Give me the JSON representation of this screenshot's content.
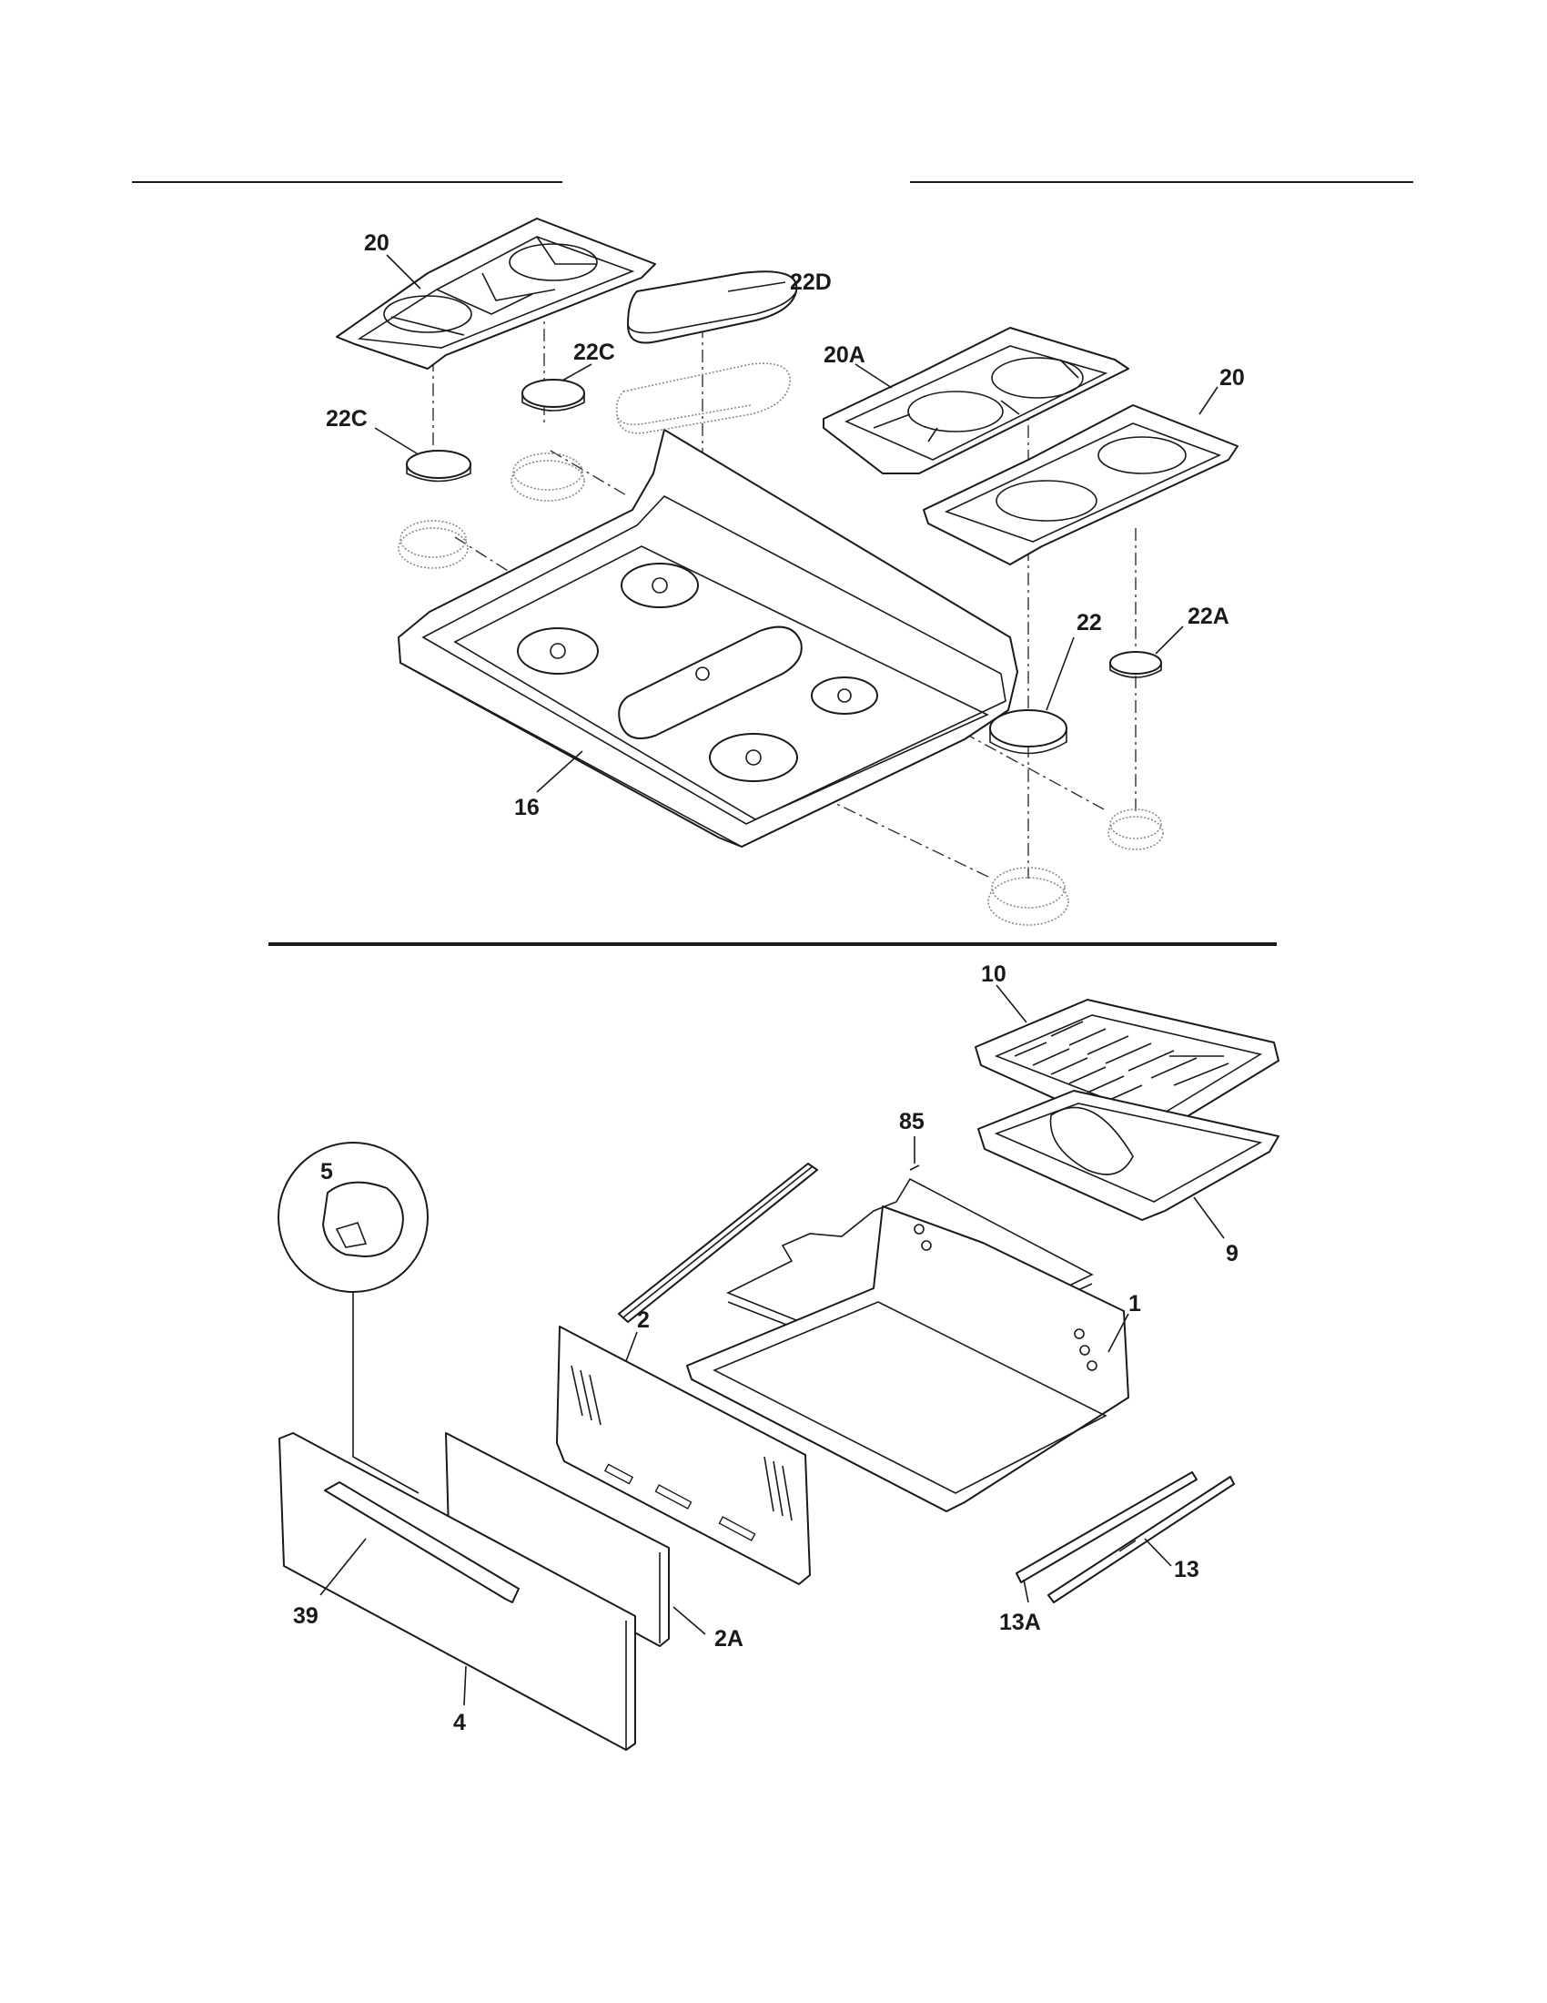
{
  "diagram": {
    "cooktop_callouts": [
      "20",
      "22D",
      "22C",
      "20A",
      "20",
      "22C",
      "16",
      "22",
      "22A"
    ],
    "oven_callouts": [
      "10",
      "85",
      "5",
      "9",
      "1",
      "2",
      "39",
      "2A",
      "4",
      "13",
      "13A"
    ]
  }
}
